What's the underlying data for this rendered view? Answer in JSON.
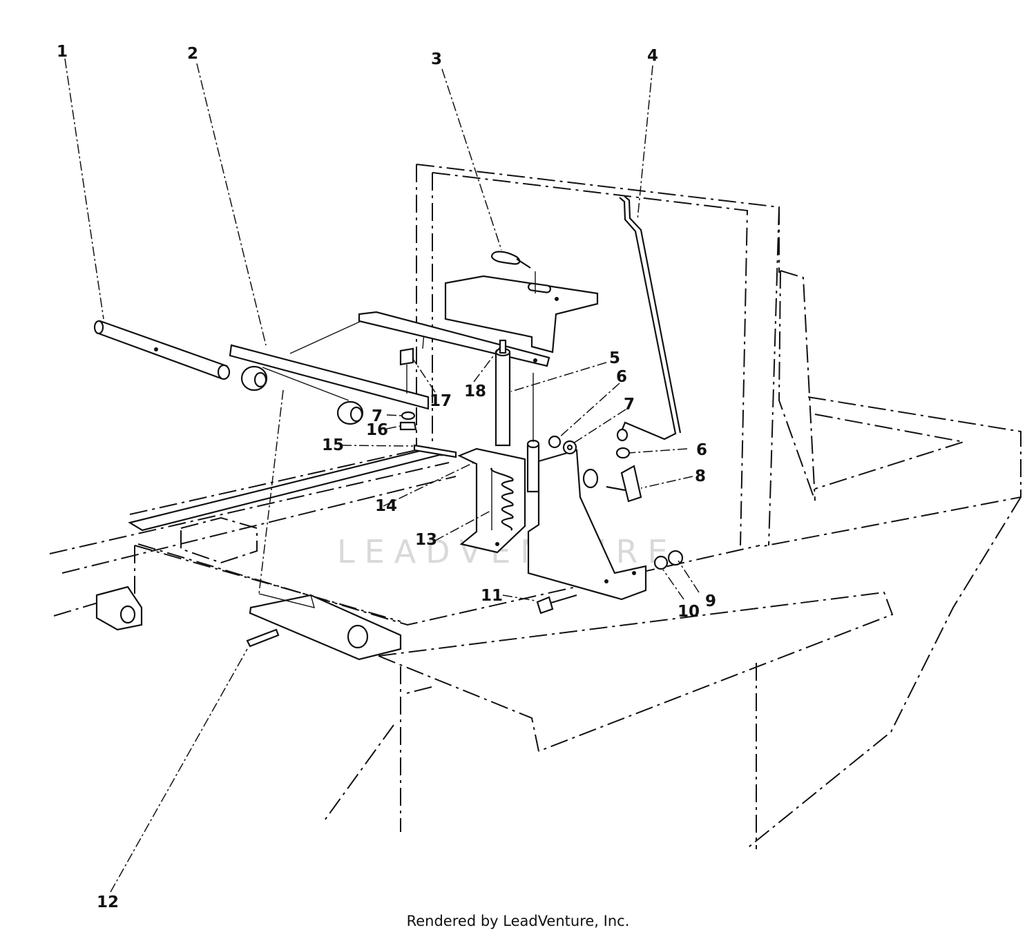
{
  "labels": {
    "p1": "1",
    "p2": "2",
    "p3": "3",
    "p4": "4",
    "p5": "5",
    "p6a": "6",
    "p6b": "6",
    "p7a": "7",
    "p7b": "7",
    "p8": "8",
    "p9": "9",
    "p10": "10",
    "p11": "11",
    "p12": "12",
    "p13": "13",
    "p14": "14",
    "p15": "15",
    "p16": "16",
    "p17": "17",
    "p18": "18"
  },
  "watermark": "LEADVENTURE",
  "credit": "Rendered by LeadVenture, Inc."
}
